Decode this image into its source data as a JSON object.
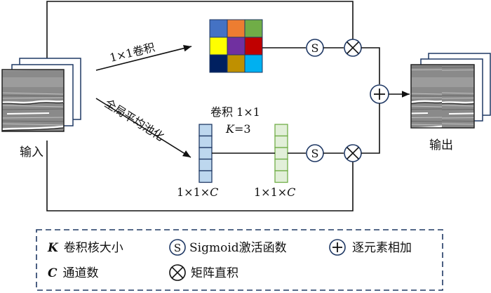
{
  "input": {
    "label": "输入"
  },
  "output": {
    "label": "输出"
  },
  "top_branch": {
    "arrow_label": "1×1卷积"
  },
  "bottom_branch": {
    "arrow_label": "全局平均池化",
    "conv_label_line1": "卷积 1×1",
    "conv_label_k": "K",
    "conv_label_eq": "=3",
    "vec1_label_prefix": "1×1×",
    "vec1_label_var": "C",
    "vec2_label_prefix": "1×1×",
    "vec2_label_var": "C"
  },
  "ops": {
    "sigmoid": "S"
  },
  "grid_colors": [
    "#4472c4",
    "#ed7d31",
    "#70ad47",
    "#ffff00",
    "#7030a0",
    "#c00000",
    "#002060",
    "#bf9000",
    "#00b0f0"
  ],
  "colors": {
    "frame": "#1f3864",
    "vec1_fill": "#bdd7ee",
    "vec1_stroke": "#1f3864",
    "vec2_fill": "#e2efd9",
    "vec2_stroke": "#70ad47"
  },
  "legend": {
    "k_var": "K",
    "k_text": "卷积核大小",
    "s_symbol": "S",
    "s_text": "Sigmoid激活函数",
    "plus_text": "逐元素相加",
    "c_var": "C",
    "c_text": "通道数",
    "times_text": "矩阵直积"
  }
}
